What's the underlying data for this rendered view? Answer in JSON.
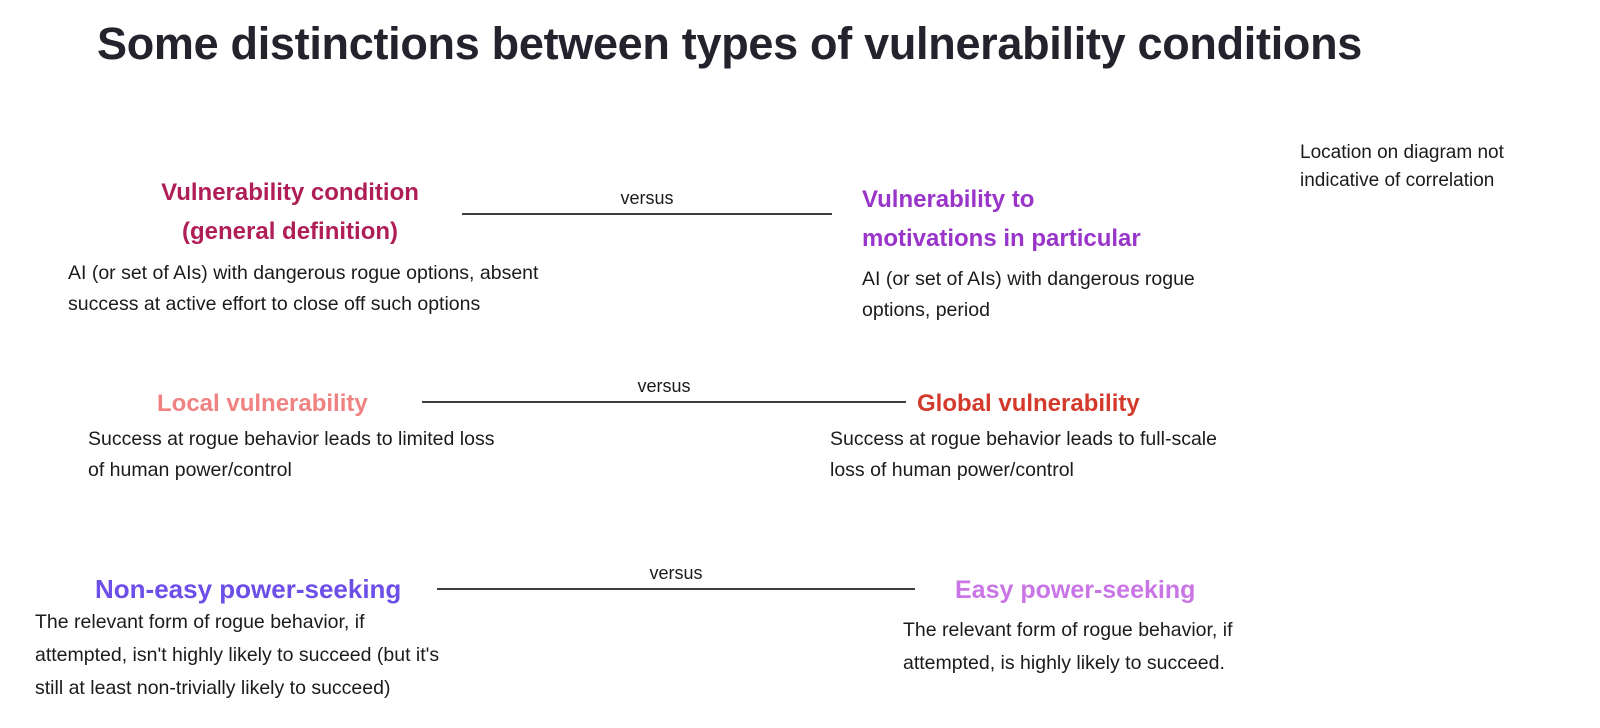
{
  "title": "Some distinctions between types of vulnerability conditions",
  "note": "Location on diagram not\nindicative of correlation",
  "colors": {
    "title": "#24222c",
    "body": "#1b1b1b",
    "versus_label": "#1b1b1b",
    "versus_line": "#3e3e3e"
  },
  "rows": [
    {
      "versus_label": "versus",
      "left": {
        "heading": "Vulnerability condition\n(general definition)",
        "heading_color": "#b01e57",
        "body": "AI (or set of AIs) with dangerous rogue options, absent\nsuccess at active effort to close off such options"
      },
      "right": {
        "heading": "Vulnerability to\nmotivations in particular",
        "heading_color": "#9a35ca",
        "body": "AI (or set of AIs) with dangerous rogue\noptions, period"
      }
    },
    {
      "versus_label": "versus",
      "left": {
        "heading": "Local vulnerability",
        "heading_color": "#f08282",
        "body": "Success at rogue behavior leads to limited loss\nof human power/control"
      },
      "right": {
        "heading": "Global vulnerability",
        "heading_color": "#d43a2c",
        "body": "Success at rogue behavior leads to full-scale\nloss of human power/control"
      }
    },
    {
      "versus_label": "versus",
      "left": {
        "heading": "Non-easy power-seeking",
        "heading_color": "#6c4ee8",
        "body": "The relevant form of rogue behavior, if\nattempted, isn't highly likely to succeed (but it's\nstill at least non-trivially likely to succeed)"
      },
      "right": {
        "heading": "Easy power-seeking",
        "heading_color": "#ca75e6",
        "body": "The relevant form of rogue behavior, if\nattempted, is highly likely to succeed."
      }
    }
  ]
}
